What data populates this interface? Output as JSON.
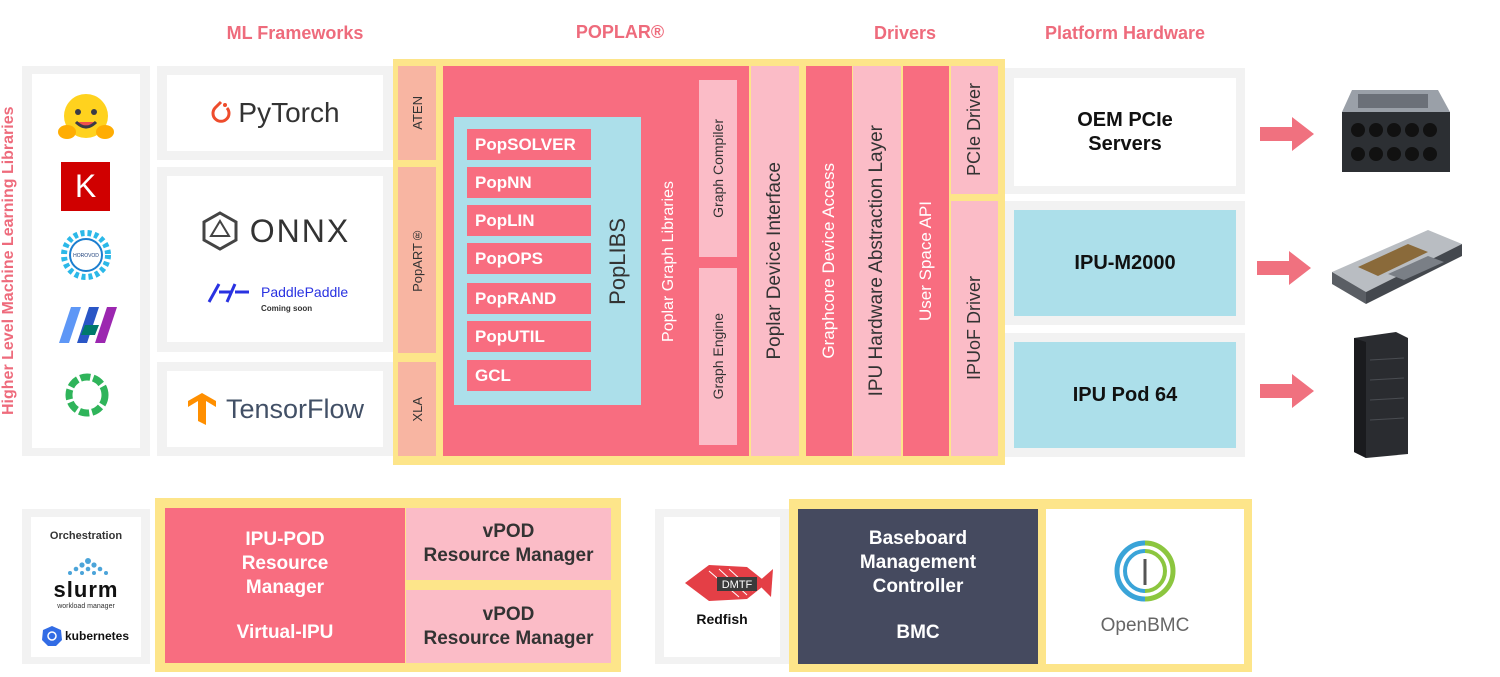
{
  "headers": {
    "ml_frameworks": "ML Frameworks",
    "poplar": "POPLAR®",
    "drivers": "Drivers",
    "platform_hardware": "Platform Hardware"
  },
  "side_label": "Higher Level Machine Learning Libraries",
  "icons_column": [
    "huggingface-icon",
    "keras-icon",
    "horovod-icon",
    "jax-icon",
    "paddle-ring-icon"
  ],
  "keras_letter": "K",
  "horovod_text": "HOROVOD",
  "frameworks": {
    "pytorch": "PyTorch",
    "onnx": "ONNX",
    "paddle": "PaddlePaddle",
    "paddle_note": "Coming soon",
    "tensorflow": "TensorFlow"
  },
  "poplar": {
    "aten": "ATEN",
    "popart": "PopART®",
    "xla": "XLA",
    "poplibs_label": "PopLIBS",
    "libs": [
      "PopSOLVER",
      "PopNN",
      "PopLIN",
      "PopOPS",
      "PopRAND",
      "PopUTIL",
      "GCL"
    ],
    "graph_libraries": "Poplar Graph Libraries",
    "graph_compiler": "Graph Compiler",
    "graph_engine": "Graph Engine",
    "device_interface": "Poplar Device Interface"
  },
  "drivers": {
    "device_access": "Graphcore Device Access",
    "hal": "IPU Hardware Abstraction Layer",
    "user_space_api": "User Space API",
    "pcie_driver": "PCIe Driver",
    "ipuof_driver": "IPUoF Driver"
  },
  "hardware": {
    "oem_line1": "OEM PCIe",
    "oem_line2": "Servers",
    "m2000": "IPU-M2000",
    "pod64": "IPU Pod 64"
  },
  "orchestration": {
    "title": "Orchestration",
    "slurm": "slurm",
    "slurm_sub": "workload manager",
    "kubernetes": "kubernetes"
  },
  "resource": {
    "ipupod_line1": "IPU-POD",
    "ipupod_line2": "Resource",
    "ipupod_line3": "Manager",
    "virtual_ipu": "Virtual-IPU",
    "vpod1_line1": "vPOD",
    "vpod1_line2": "Resource Manager",
    "vpod2_line1": "vPOD",
    "vpod2_line2": "Resource Manager"
  },
  "bmc": {
    "dmtf": "DMTF",
    "redfish": "Redfish",
    "line1": "Baseboard",
    "line2": "Management",
    "line3": "Controller",
    "short": "BMC",
    "openbmc": "OpenBMC"
  },
  "colors": {
    "header_pink": "#ee6b7c",
    "pink_dark": "#f86d80",
    "pink_light": "#fbbcc7",
    "salmon": "#f8b5a2",
    "cyan": "#acdfea",
    "yellow": "#fde58a",
    "navy": "#454a5f"
  }
}
